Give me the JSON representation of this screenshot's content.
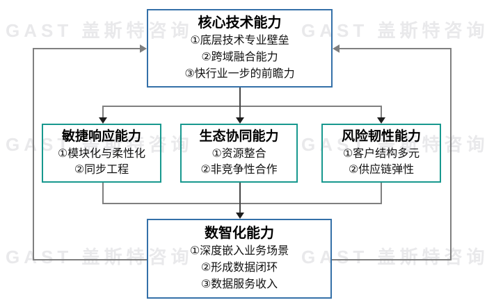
{
  "watermark": {
    "text": "GAST 盖斯特咨询",
    "color": "#E9E9EB"
  },
  "colors": {
    "primary_box_border": "#3470A8",
    "secondary_box_border": "#17988E",
    "connector_gray": "#7F7F7F",
    "connector_dark": "#454545",
    "arrowhead_dark": "#1D1D1D"
  },
  "boxes": {
    "core": {
      "title": "核心技术能力",
      "items": [
        "①底层技术专业壁垒",
        "②跨域融合能力",
        "③快行业一步的前瞻力"
      ]
    },
    "agile": {
      "title": "敏捷响应能力",
      "items": [
        "①模块化与柔性化",
        "②同步工程"
      ]
    },
    "eco": {
      "title": "生态协同能力",
      "items": [
        "①资源整合",
        "②非竞争性合作"
      ]
    },
    "risk": {
      "title": "风险韧性能力",
      "items": [
        "①客户结构多元",
        "②供应链弹性"
      ]
    },
    "digital": {
      "title": "数智化能力",
      "items": [
        "①深度嵌入业务场景",
        "②形成数据闭环",
        "③数据服务收入"
      ]
    }
  }
}
